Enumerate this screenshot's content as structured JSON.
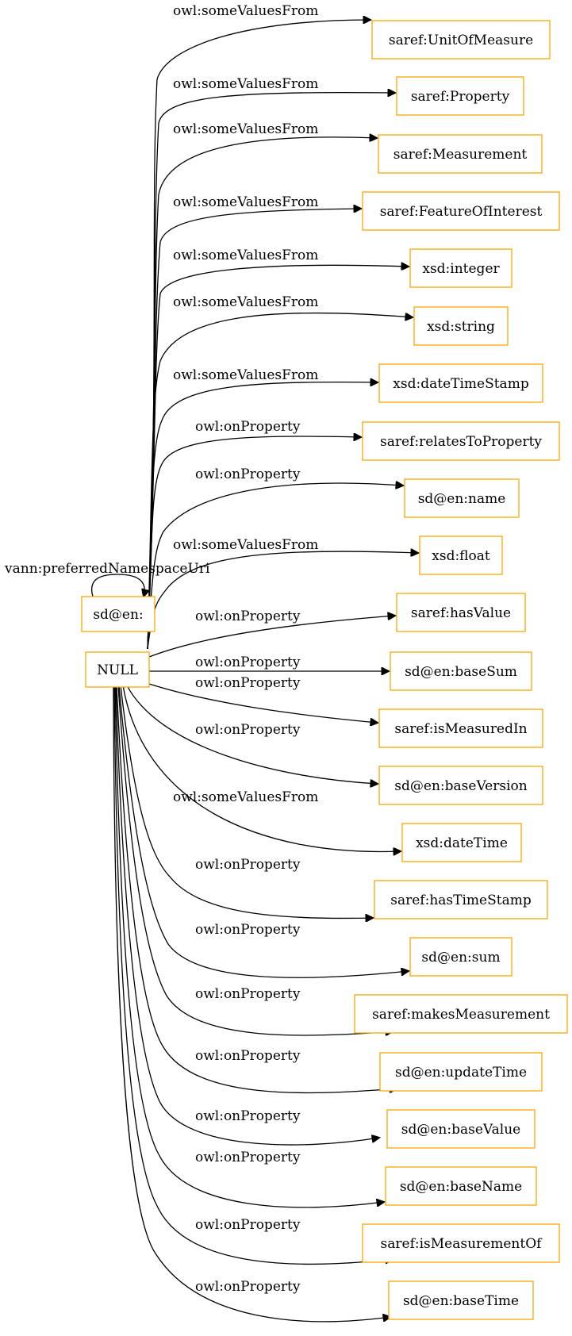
{
  "nodes": {
    "null": "NULL",
    "sd_en": "sd@en:",
    "t01": "saref:UnitOfMeasure",
    "t02": "saref:Property",
    "t03": "saref:Measurement",
    "t04": "saref:FeatureOfInterest",
    "t05": "xsd:integer",
    "t06": "xsd:string",
    "t07": "xsd:dateTimeStamp",
    "t08": "saref:relatesToProperty",
    "t09": "sd@en:name",
    "t10": "xsd:float",
    "t11": "saref:hasValue",
    "t12": "sd@en:baseSum",
    "t13": "saref:isMeasuredIn",
    "t14": "sd@en:baseVersion",
    "t15": "xsd:dateTime",
    "t16": "saref:hasTimeStamp",
    "t17": "sd@en:sum",
    "t18": "saref:makesMeasurement",
    "t19": "sd@en:updateTime",
    "t20": "sd@en:baseValue",
    "t21": "sd@en:baseName",
    "t22": "saref:isMeasurementOf",
    "t23": "sd@en:baseTime"
  },
  "edges": {
    "self_loop": "vann:preferredNamespaceUri",
    "e01": "owl:someValuesFrom",
    "e02": "owl:someValuesFrom",
    "e03": "owl:someValuesFrom",
    "e04": "owl:someValuesFrom",
    "e05": "owl:someValuesFrom",
    "e06": "owl:someValuesFrom",
    "e07": "owl:someValuesFrom",
    "e08": "owl:onProperty",
    "e09": "owl:onProperty",
    "e10": "owl:someValuesFrom",
    "e11": "owl:onProperty",
    "e12": "owl:onProperty",
    "e13": "owl:onProperty",
    "e14": "owl:onProperty",
    "e15": "owl:someValuesFrom",
    "e16": "owl:onProperty",
    "e17": "owl:onProperty",
    "e18": "owl:onProperty",
    "e19": "owl:onProperty",
    "e20": "owl:onProperty",
    "e21": "owl:onProperty",
    "e22": "owl:onProperty",
    "e23": "owl:onProperty"
  },
  "colors": {
    "node_border": "#ffa500",
    "edge": "#000000",
    "text": "#000000"
  }
}
